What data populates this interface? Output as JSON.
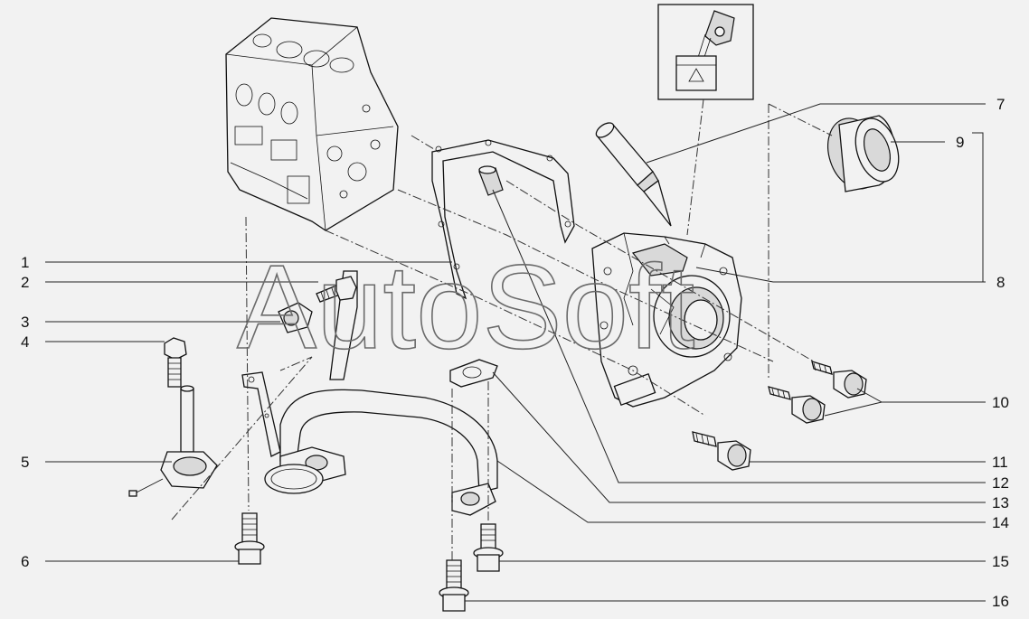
{
  "watermark": "AutoSoft",
  "callouts": [
    {
      "id": "1",
      "text": "1"
    },
    {
      "id": "2",
      "text": "2"
    },
    {
      "id": "3",
      "text": "3"
    },
    {
      "id": "4",
      "text": "4"
    },
    {
      "id": "5",
      "text": "5"
    },
    {
      "id": "6",
      "text": "6"
    },
    {
      "id": "7",
      "text": "7"
    },
    {
      "id": "8",
      "text": "8"
    },
    {
      "id": "9",
      "text": "9"
    },
    {
      "id": "10",
      "text": "10"
    },
    {
      "id": "11",
      "text": "11"
    },
    {
      "id": "12",
      "text": "12"
    },
    {
      "id": "13",
      "text": "13"
    },
    {
      "id": "14",
      "text": "14"
    },
    {
      "id": "15",
      "text": "15"
    },
    {
      "id": "16",
      "text": "16"
    }
  ],
  "parts": {
    "engine_block": "engine-block",
    "gasket": "front-cover-gasket",
    "bushing": "bushing",
    "sealant_tube": "sealant-tube",
    "sealant_detail": "sealant-application-detail",
    "oil_seal": "crankshaft-oil-seal",
    "front_cover": "timing-front-cover",
    "bolts": "hex-bolts",
    "pickup_tube": "oil-pickup-tube",
    "oil_strainer": "oil-strainer",
    "bracket": "support-bracket",
    "clamp": "pipe-clamp",
    "dipstick_sensor": "level-sensor"
  }
}
